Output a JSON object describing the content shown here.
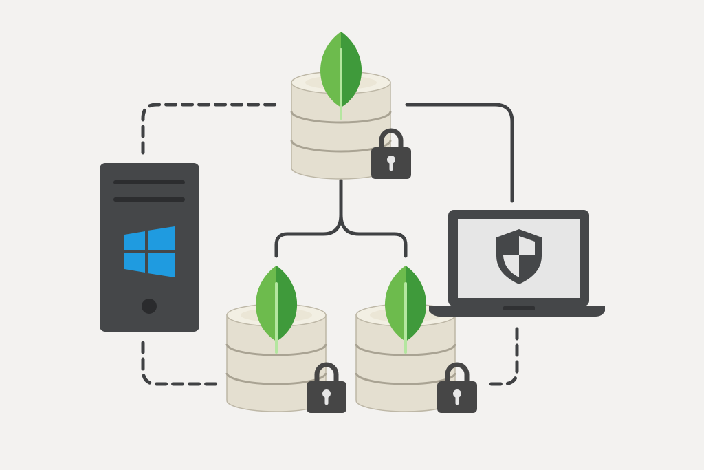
{
  "colors": {
    "background": "#f3f2f0",
    "db_body": "#e4dfd0",
    "db_top": "#f2efe3",
    "db_stroke": "#a9a393",
    "leaf_light": "#6dbb4d",
    "leaf_dark": "#3f9a3b",
    "leaf_stem": "#b4e6a0",
    "lock": "#464646",
    "device": "#454749",
    "device_screen": "#e6e6e6",
    "windows_blue": "#1f9be0",
    "line": "#3f4143"
  },
  "nodes": [
    {
      "id": "primary-db",
      "kind": "database",
      "icon": "mongodb-leaf-icon",
      "secured": true
    },
    {
      "id": "replica-db-left",
      "kind": "database",
      "icon": "mongodb-leaf-icon",
      "secured": true
    },
    {
      "id": "replica-db-right",
      "kind": "database",
      "icon": "mongodb-leaf-icon",
      "secured": true
    },
    {
      "id": "windows-server",
      "kind": "server",
      "icon": "windows-logo-icon"
    },
    {
      "id": "laptop",
      "kind": "client",
      "icon": "shield-icon"
    }
  ],
  "connections": [
    {
      "from": "primary-db",
      "to": "replica-db-left",
      "style": "solid"
    },
    {
      "from": "primary-db",
      "to": "replica-db-right",
      "style": "solid"
    },
    {
      "from": "primary-db",
      "to": "laptop",
      "style": "solid"
    },
    {
      "from": "windows-server",
      "to": "primary-db",
      "style": "dashed"
    },
    {
      "from": "windows-server",
      "to": "replica-db-left",
      "style": "dashed"
    },
    {
      "from": "laptop",
      "to": "replica-db-right",
      "style": "dashed"
    }
  ]
}
